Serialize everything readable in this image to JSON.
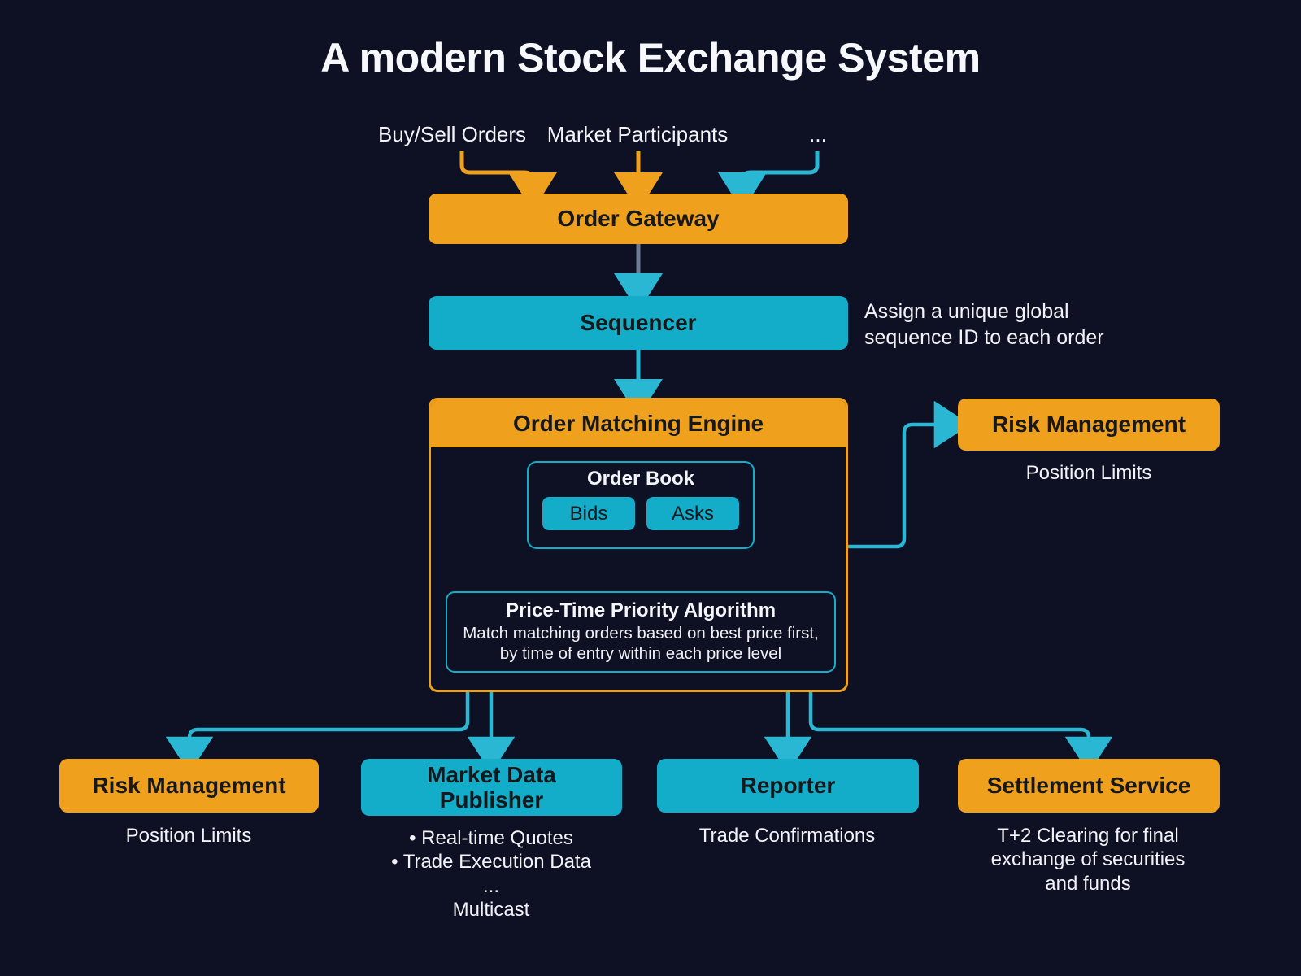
{
  "title": "A modern Stock Exchange System",
  "colors": {
    "background": "#0e1124",
    "orange": "#efa01c",
    "cyan": "#13adc9",
    "text_light": "#f2f4f8",
    "text_dark": "#17181c",
    "connector_gray": "#6e7b93"
  },
  "inputs": [
    {
      "label": "Buy/Sell Orders",
      "arrow_color": "#efa01c"
    },
    {
      "label": "Market Participants",
      "arrow_color": "#efa01c"
    },
    {
      "label": "...",
      "arrow_color": "#13adc9"
    }
  ],
  "nodes": {
    "order_gateway": {
      "label": "Order Gateway",
      "color": "orange"
    },
    "sequencer": {
      "label": "Sequencer",
      "color": "cyan",
      "note": "Assign a unique global\nsequence ID to each order"
    },
    "order_matching_engine": {
      "label": "Order Matching Engine",
      "color": "orange",
      "order_book": {
        "title": "Order Book",
        "chips": [
          "Bids",
          "Asks"
        ]
      },
      "algorithm": {
        "title": "Price-Time Priority Algorithm",
        "description": "Match matching orders based on best price first,\nby time of entry within each price level"
      }
    },
    "risk_management_right": {
      "label": "Risk Management",
      "color": "orange",
      "caption": "Position Limits"
    }
  },
  "outputs": [
    {
      "label": "Risk Management",
      "color": "orange",
      "caption": "Position Limits"
    },
    {
      "label": "Market Data\nPublisher",
      "color": "cyan",
      "caption": "• Real-time Quotes\n• Trade Execution Data\n...\nMulticast"
    },
    {
      "label": "Reporter",
      "color": "cyan",
      "caption": "Trade Confirmations"
    },
    {
      "label": "Settlement Service",
      "color": "orange",
      "caption": "T+2 Clearing for final\nexchange of securities\nand funds"
    }
  ]
}
